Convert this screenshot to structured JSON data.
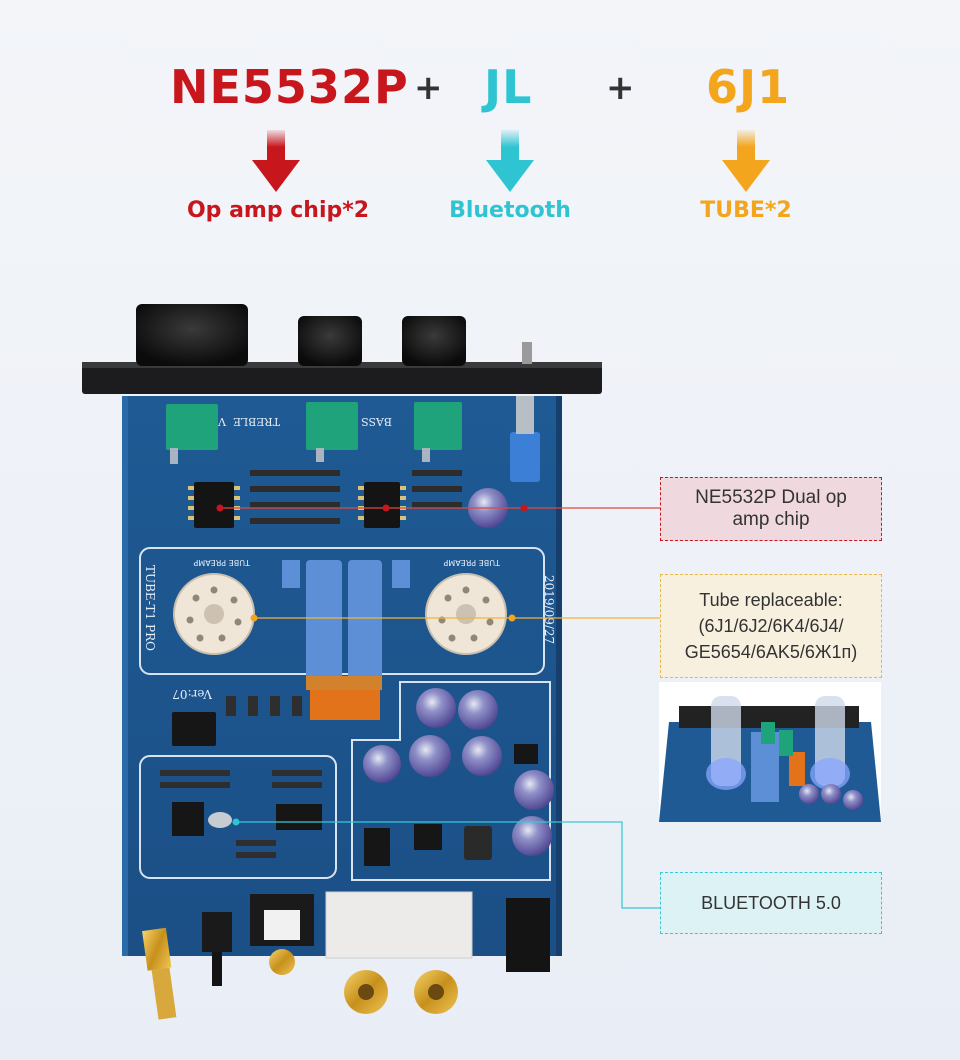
{
  "header": {
    "items": [
      {
        "title": "NE5532P",
        "subtitle": "Op amp chip*2",
        "color": "#c8161d"
      },
      {
        "title": "JL",
        "subtitle": "Bluetooth",
        "color": "#2fc4d2"
      },
      {
        "title": "6J1",
        "subtitle": "TUBE*2",
        "color": "#f2a51d"
      }
    ],
    "plus": "+"
  },
  "board": {
    "knob_labels": [
      "VOL",
      "TREBLE",
      "BASS"
    ],
    "ver_label": "Ver:07",
    "model_label": "TUBE-T1 PRO",
    "date_label": "2019/09/27",
    "tube_preamp_label": "TUBE PREAMP"
  },
  "callouts": {
    "opamp": {
      "line1": "NE5532P Dual op",
      "line2": "amp chip",
      "border": "#c8161d",
      "bg": "#f0d9de"
    },
    "tube": {
      "line1": "Tube replaceable:",
      "line2": "(6J1/6J2/6K4/6J4/",
      "line3": "GE5654/6AK5/6Ж1п)",
      "border": "#e8b64a",
      "bg": "#f7f0df"
    },
    "bluetooth": {
      "line1": "BLUETOOTH 5.0",
      "border": "#3ac8d4",
      "bg": "#dcf2f5"
    }
  },
  "icons": {
    "arrow_icon": "down-arrow-icon",
    "tube_socket_icon": "tube-socket-icon",
    "knob_icon": "knob-icon"
  }
}
